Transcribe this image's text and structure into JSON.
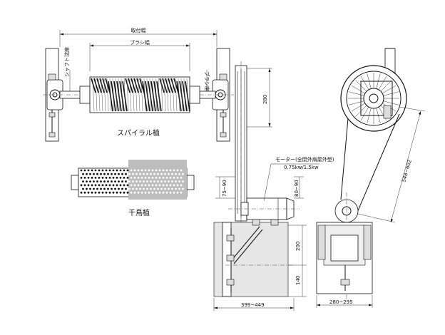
{
  "labels": {
    "mount_width": "取付幅",
    "brush_width": "ブラシ幅",
    "shaft_sink": "シャフト沈座",
    "brush_seat": "ブラシ座",
    "spiral": "スパイラル植",
    "staggered": "千鳥植",
    "motor_title": "モーター(全閉外扇屋外型)",
    "motor_spec": "0.75kw/1.5kw"
  },
  "dimensions": {
    "d280": "280",
    "d75_90": "75~90",
    "d80_90": "80~90",
    "d200": "200",
    "d140": "140",
    "d399_449": "399~449",
    "d280_295": "280~295",
    "d548_602": "548~602"
  }
}
